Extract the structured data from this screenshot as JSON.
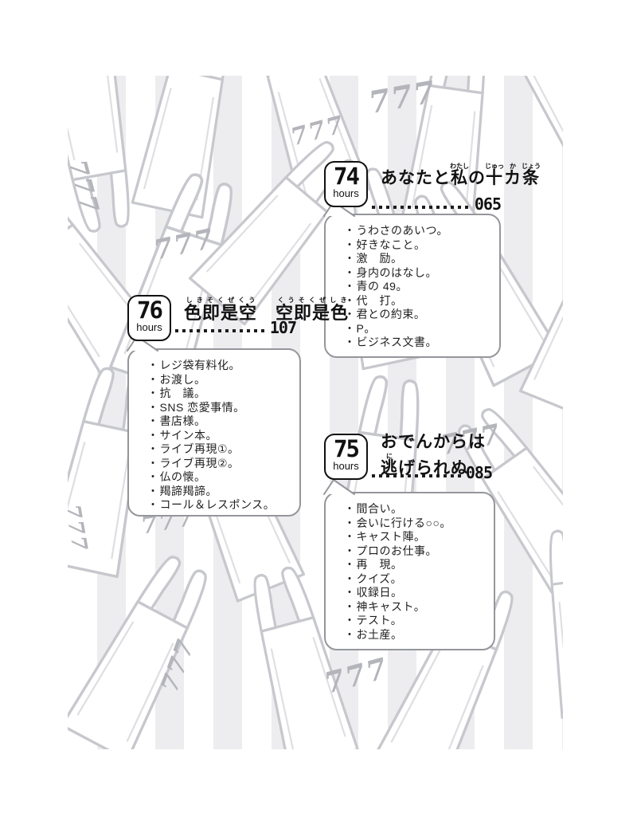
{
  "background": {
    "stripe_color": "#ededef",
    "bag_outline_color": "#c7c8cd",
    "brand_mark": "777",
    "brand_color": "#b4b5bb"
  },
  "bullet": "・",
  "sections": [
    {
      "key": "74",
      "badge": {
        "number": "74",
        "unit": "hours"
      },
      "title": {
        "seg1": "あなたと",
        "ruby1_base": "私",
        "ruby1_rt": "わたし",
        "seg2": "の",
        "ruby2_base": "十",
        "ruby2_rt": "じゅっ",
        "ruby3_base": "カ",
        "ruby3_rt": "か",
        "ruby4_base": "条",
        "ruby4_rt": "じょう"
      },
      "page_number": "065",
      "items": [
        "うわさのあいつ。",
        "好きなこと。",
        "激　励。",
        "身内のはなし。",
        "青の 49。",
        "代　打。",
        "君との約束。",
        "P。",
        "ビジネス文書。"
      ]
    },
    {
      "key": "76",
      "badge": {
        "number": "76",
        "unit": "hours"
      },
      "title": {
        "ruby1_base": "色即是空",
        "ruby1_rt": "しきそくぜくう",
        "separator": "　",
        "ruby2_base": "空即是色",
        "ruby2_rt": "くうそくぜしき"
      },
      "page_number": "107",
      "items": [
        "レジ袋有料化。",
        "お渡し。",
        "抗　議。",
        "SNS 恋愛事情。",
        "書店様。",
        "サイン本。",
        "ライブ再現①。",
        "ライブ再現②。",
        "仏の懐。",
        "羯諦羯諦。",
        "コール＆レスポンス。"
      ]
    },
    {
      "key": "75",
      "badge": {
        "number": "75",
        "unit": "hours"
      },
      "title": {
        "line1": "おでんからは",
        "ruby1_base": "逃",
        "ruby1_rt": "に",
        "line2_rest": "げられぬ"
      },
      "page_number": "085",
      "items": [
        "間合い。",
        "会いに行ける○○。",
        "キャスト陣。",
        "プロのお仕事。",
        "再　現。",
        "クイズ。",
        "収録日。",
        "神キャスト。",
        "テスト。",
        "お土産。"
      ]
    }
  ]
}
